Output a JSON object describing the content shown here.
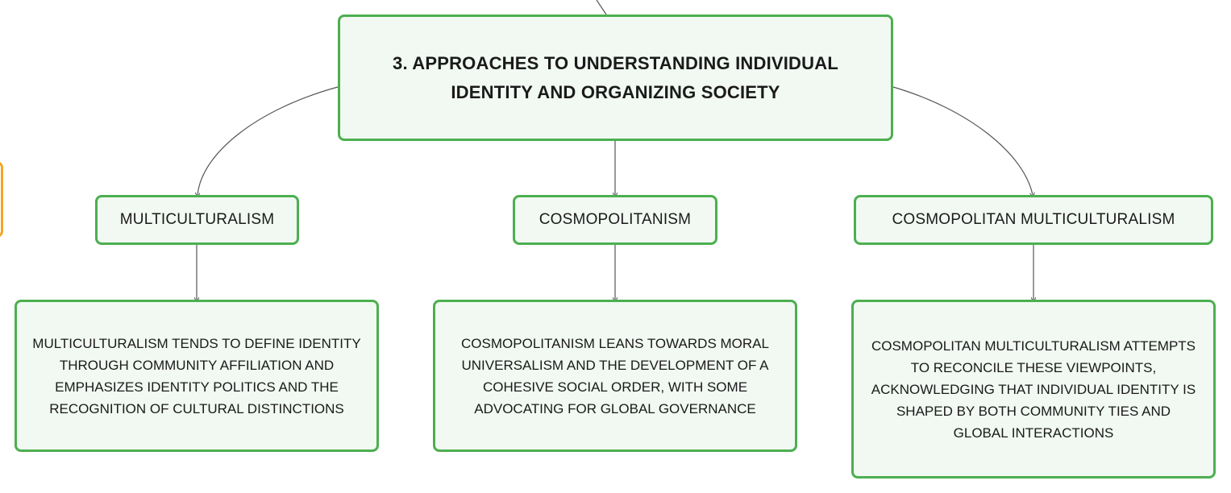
{
  "root": {
    "title": "3. APPROACHES TO UNDERSTANDING INDIVIDUAL IDENTITY AND ORGANIZING SOCIETY"
  },
  "branches": [
    {
      "label": "MULTICULTURALISM",
      "detail": "MULTICULTURALISM TENDS TO DEFINE IDENTITY THROUGH COMMUNITY AFFILIATION AND EMPHASIZES IDENTITY POLITICS AND THE RECOGNITION OF CULTURAL DISTINCTIONS"
    },
    {
      "label": "COSMOPOLITANISM",
      "detail": "COSMOPOLITANISM LEANS TOWARDS MORAL UNIVERSALISM AND THE DEVELOPMENT OF A COHESIVE SOCIAL ORDER, WITH SOME ADVOCATING FOR GLOBAL GOVERNANCE"
    },
    {
      "label": "COSMOPOLITAN MULTICULTURALISM",
      "detail": "COSMOPOLITAN MULTICULTURALISM ATTEMPTS TO RECONCILE THESE VIEWPOINTS, ACKNOWLEDGING THAT INDIVIDUAL IDENTITY IS SHAPED BY BOTH COMMUNITY TIES AND GLOBAL INTERACTIONS"
    }
  ],
  "colors": {
    "node_border": "#4caf50",
    "node_fill": "#f1f9f2",
    "connector": "#555555",
    "side_tab_border": "#f5a623"
  }
}
